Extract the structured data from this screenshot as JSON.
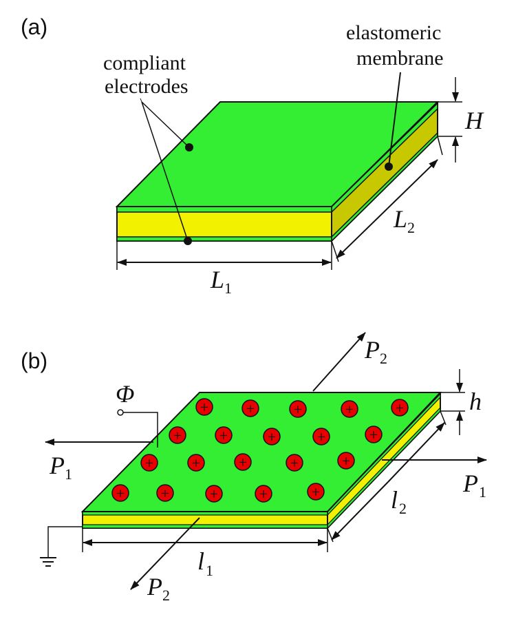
{
  "figure": {
    "panel_a": {
      "label": "(a)",
      "electrodes_label_line1": "compliant",
      "electrodes_label_line2": "electrodes",
      "membrane_label_line1": "elastomeric",
      "membrane_label_line2": "membrane",
      "thickness_symbol": "H",
      "length1_symbol": "L",
      "length1_subscript": "1",
      "length2_symbol": "L",
      "length2_subscript": "2"
    },
    "panel_b": {
      "label": "(b)",
      "potential_symbol": "Φ",
      "thickness_symbol": "h",
      "length1_symbol": "l",
      "length1_subscript": "1",
      "length2_symbol": "l",
      "length2_subscript": "2",
      "force1_symbol": "P",
      "force1_subscript": "1",
      "force2_symbol": "P",
      "force2_subscript": "2",
      "charge_symbol": "+"
    },
    "colors": {
      "electrode": "#33ee33",
      "membrane": "#f2f200",
      "membrane_side": "#c8c800",
      "charge": "#e60000",
      "outline": "#111111"
    }
  }
}
